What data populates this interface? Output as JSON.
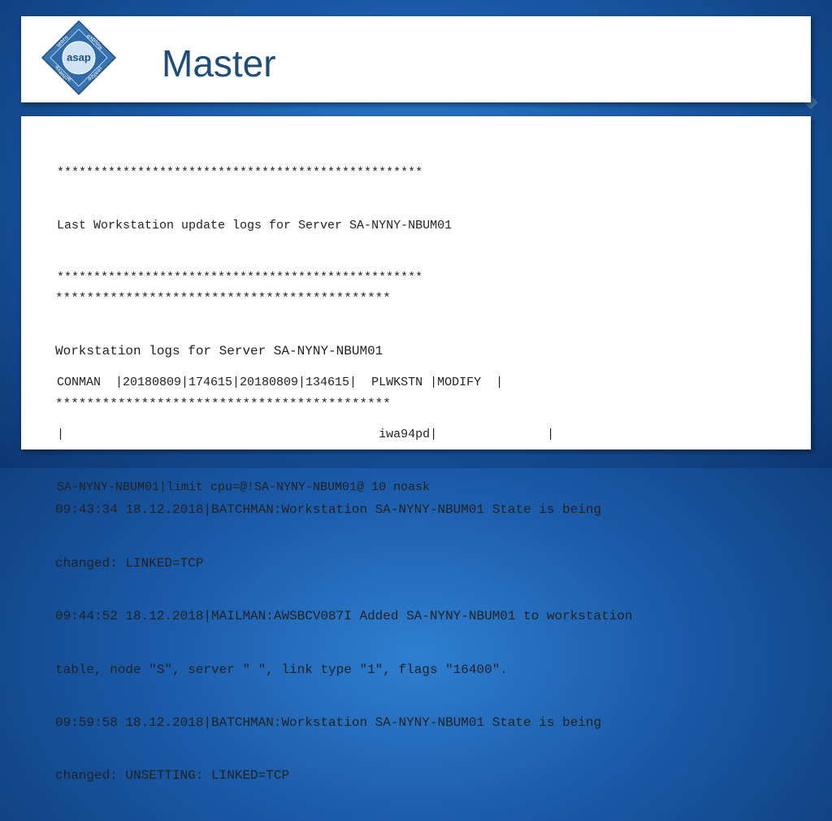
{
  "slide": {
    "title": "Master",
    "logo": {
      "center_text": "asap",
      "ring_top_left": "learn",
      "ring_top_right": "explore",
      "ring_bottom_left": "achieve",
      "ring_bottom_right": "realize",
      "colors": {
        "outer": "#3a74b3",
        "inner": "#cfe3f6",
        "text": "#1f4d7a"
      }
    },
    "section1": {
      "header_stars": "**************************************************",
      "header_text": "Last Workstation update logs for Server SA-NYNY-NBUM01",
      "footer_stars": "**************************************************",
      "lines": [
        "CONMAN  |20180809|174615|20180809|134615|  PLWKSTN |MODIFY  |",
        "|                                           iwa94pd|               |",
        "SA-NYNY-NBUM01|limit cpu=@!SA-NYNY-NBUM01@ 10 noask"
      ]
    },
    "section2": {
      "header_stars": "*******************************************",
      "header_text": "Workstation logs for Server SA-NYNY-NBUM01",
      "footer_stars": "*******************************************",
      "lines": [
        "09:43:34 18.12.2018|BATCHMAN:Workstation SA-NYNY-NBUM01 State is being",
        "changed: LINKED=TCP",
        "09:44:52 18.12.2018|MAILMAN:AWSBCV087I Added SA-NYNY-NBUM01 to workstation",
        "table, node \"S\", server \" \", link type \"1\", flags \"16400\".",
        "09:59:58 18.12.2018|BATCHMAN:Workstation SA-NYNY-NBUM01 State is being",
        "changed: UNSETTING: LINKED=TCP"
      ]
    }
  }
}
